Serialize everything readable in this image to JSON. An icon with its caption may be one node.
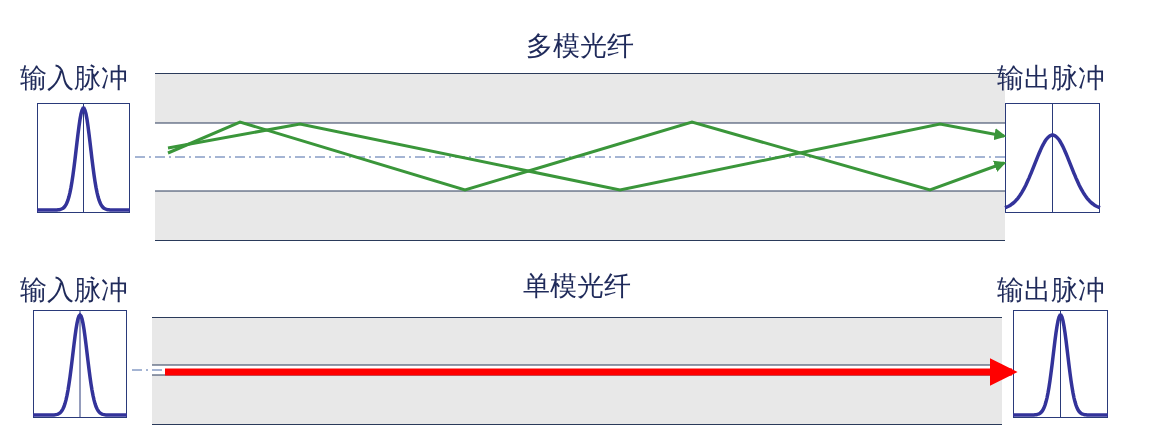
{
  "diagram": {
    "nodes": [
      {
        "text": [
          "输入脉冲"
        ]
      },
      {
        "text": [
          "多模光纤"
        ]
      },
      {
        "text": [
          "输出脉冲"
        ]
      },
      {
        "text": [
          "输入脉冲"
        ]
      },
      {
        "text": [
          "单模光纤"
        ]
      },
      {
        "text": [
          "输出脉冲"
        ]
      }
    ],
    "edges": [
      {
        "from": 1,
        "to": 2,
        "arrow": "to",
        "color": "#3a963a"
      },
      {
        "from": 1,
        "to": 2,
        "arrow": "to",
        "color": "#3a963a"
      },
      {
        "from": 4,
        "to": 5,
        "arrow": "to",
        "style": "thick",
        "color": "#ff0000"
      }
    ]
  }
}
